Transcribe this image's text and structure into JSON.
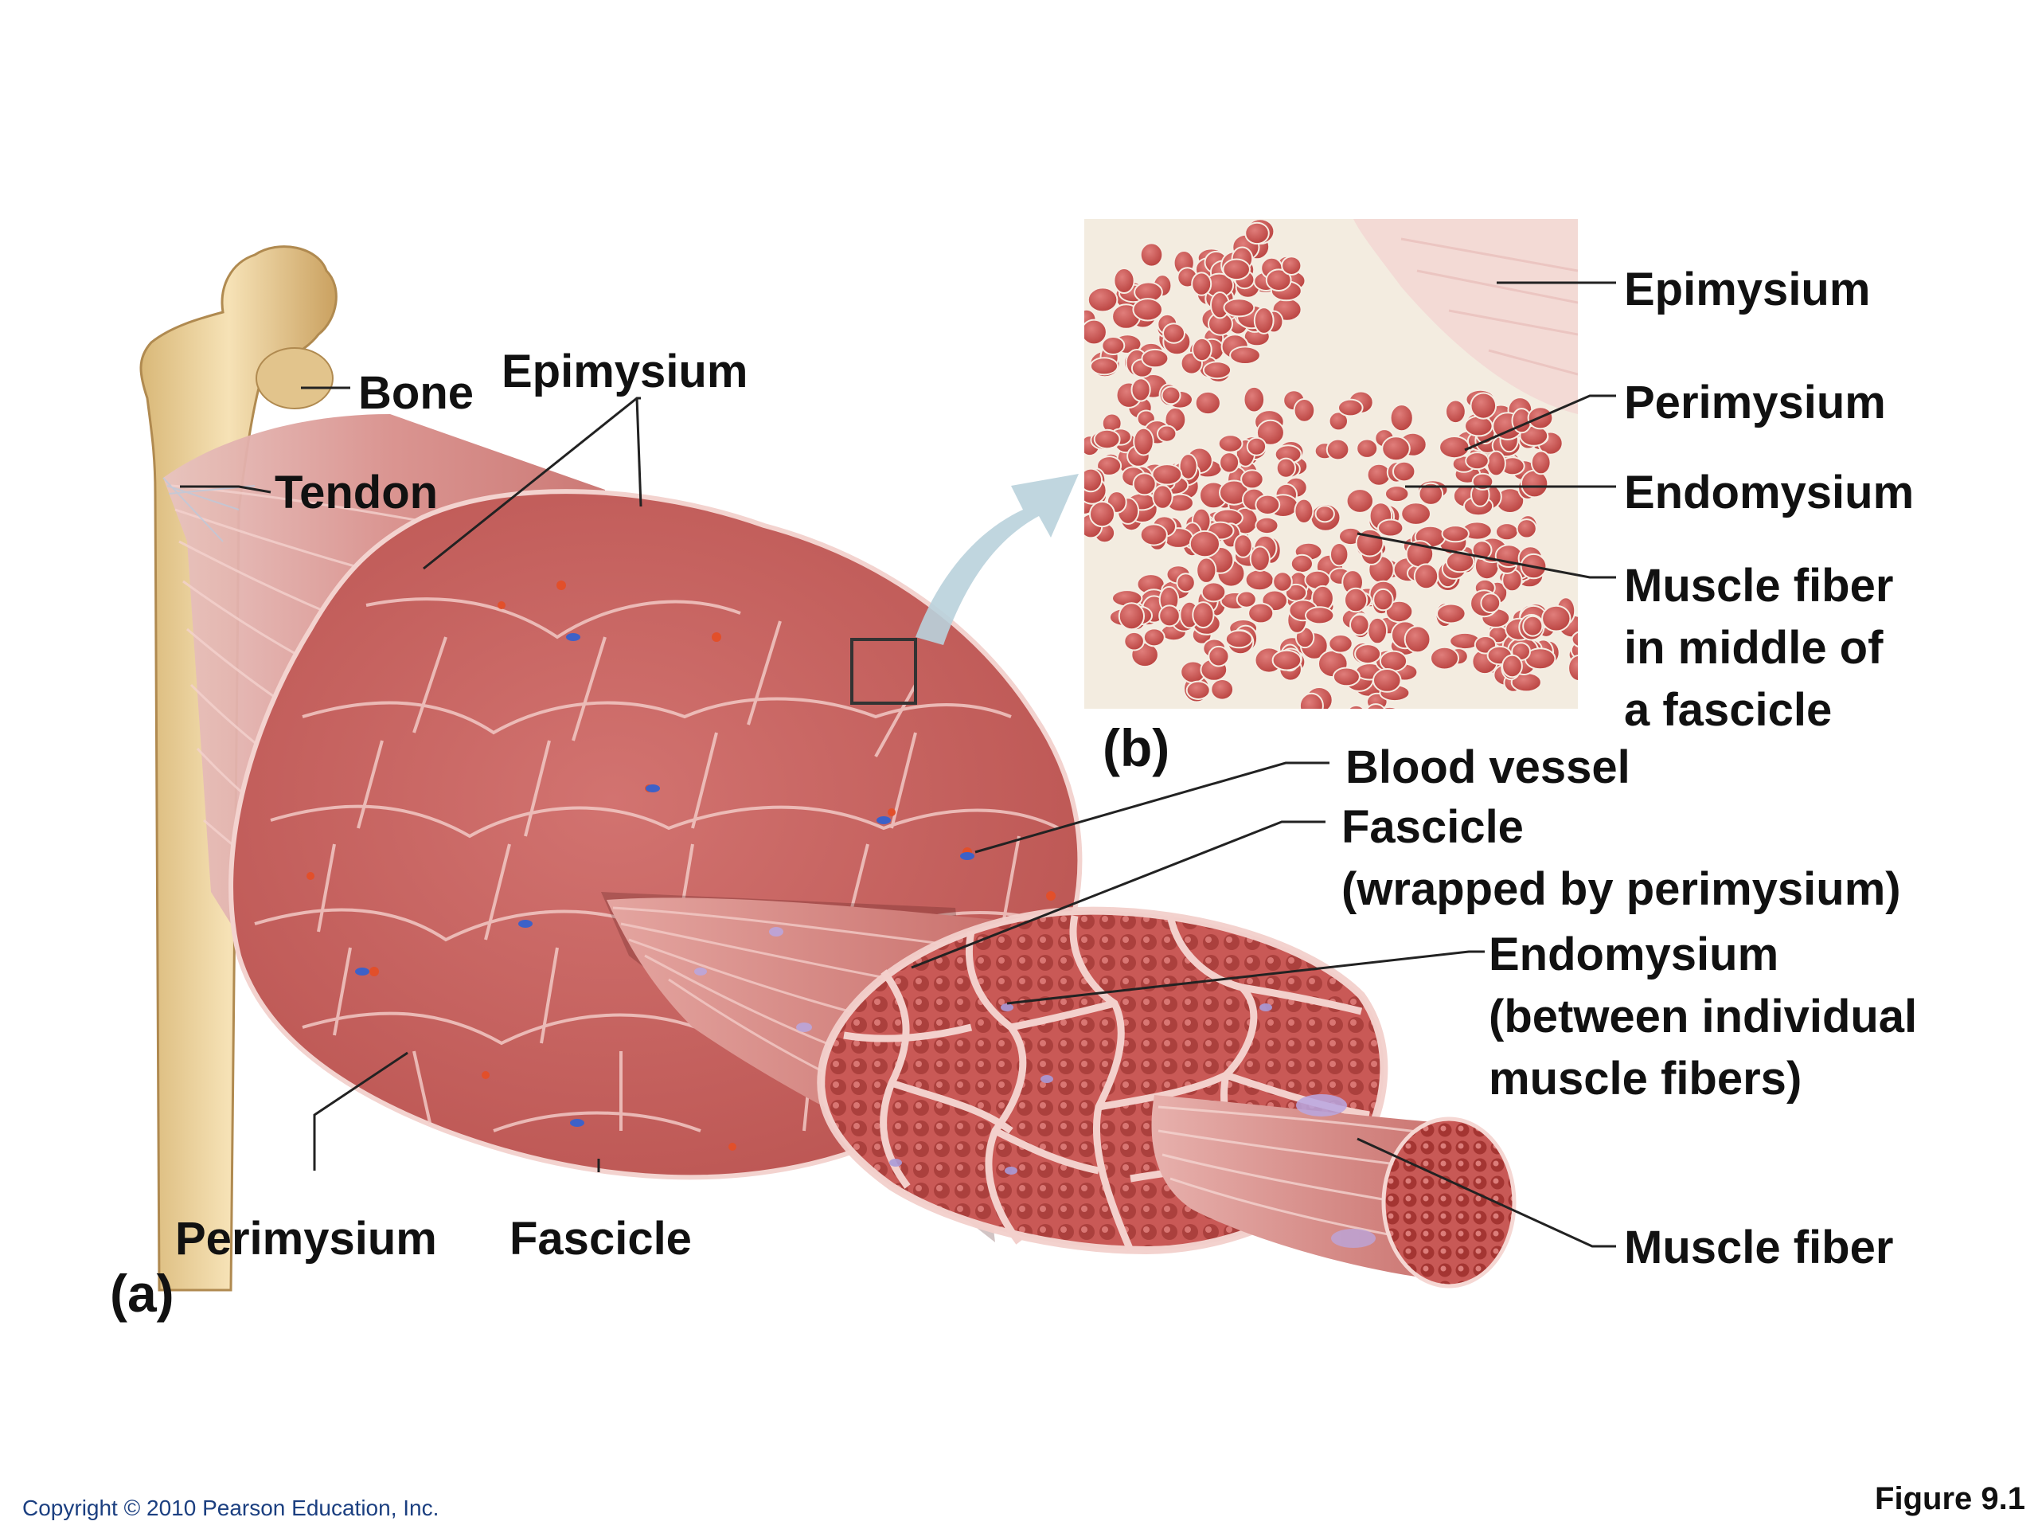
{
  "labels": {
    "bone": "Bone",
    "epimysium_a": "Epimysium",
    "tendon": "Tendon",
    "perimysium_a": "Perimysium",
    "fascicle_a": "Fascicle",
    "panel_a": "(a)",
    "panel_b": "(b)",
    "epimysium_b": "Epimysium",
    "perimysium_b": "Perimysium",
    "endomysium_b": "Endomysium",
    "muscle_fiber_mid": [
      "Muscle fiber",
      "in middle of",
      "a fascicle"
    ],
    "blood_vessel": "Blood vessel",
    "fascicle_wrapped": [
      "Fascicle",
      "(wrapped by perimysium)"
    ],
    "endomysium_between": [
      "Endomysium",
      "(between individual",
      "muscle fibers)"
    ],
    "muscle_fiber": "Muscle fiber"
  },
  "footer": {
    "copyright": "Copyright © 2010 Pearson Education, Inc.",
    "figure": "Figure 9.1"
  },
  "colors": {
    "muscle": "#c8605e",
    "muscle_dark": "#a9423f",
    "connective": "#f0d6d2",
    "bone": "#ecd4a0",
    "micrograph_bg": "#f3ece0",
    "arrow": "#b9d2dc",
    "leader": "#222222"
  }
}
